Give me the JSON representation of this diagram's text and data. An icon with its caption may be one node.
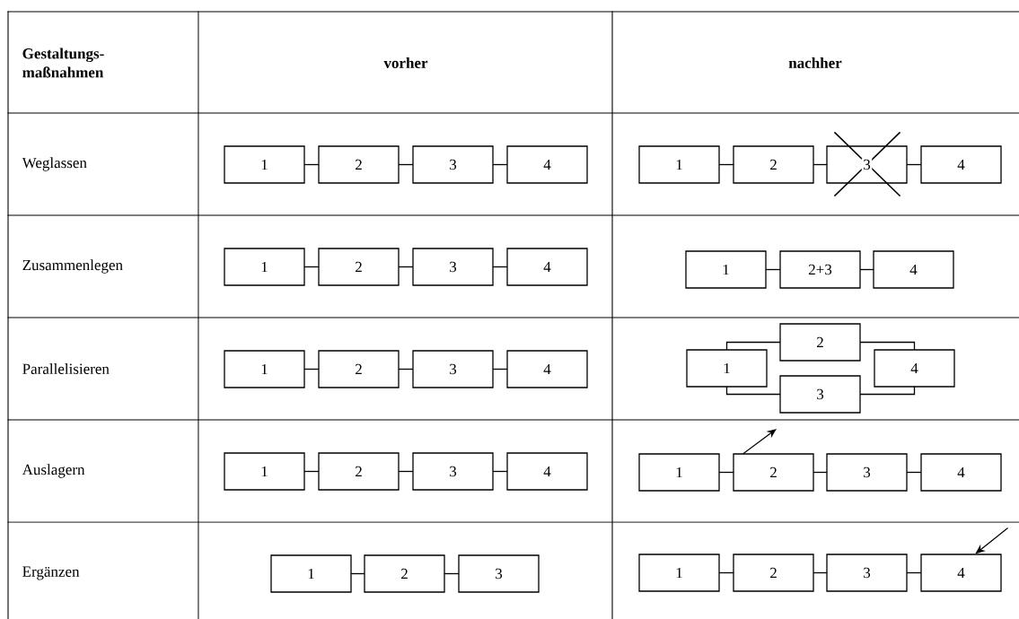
{
  "diagram": {
    "nodes": [
      {
        "text": [
          "1"
        ]
      },
      {
        "text": [
          "2"
        ]
      },
      {
        "text": [
          "3"
        ]
      },
      {
        "text": [
          "4"
        ]
      },
      {
        "text": [
          "1"
        ]
      },
      {
        "text": [
          "2"
        ]
      },
      {
        "text": [
          "3"
        ]
      },
      {
        "text": [
          "4"
        ]
      },
      {
        "text": [
          "1"
        ]
      },
      {
        "text": [
          "2"
        ]
      },
      {
        "text": [
          "3"
        ]
      },
      {
        "text": [
          "4"
        ]
      },
      {
        "text": [
          "1"
        ]
      },
      {
        "text": [
          "2+3"
        ]
      },
      {
        "text": [
          "4"
        ]
      },
      {
        "text": [
          "1"
        ]
      },
      {
        "text": [
          "2"
        ]
      },
      {
        "text": [
          "3"
        ]
      },
      {
        "text": [
          "4"
        ]
      },
      {
        "text": [
          "1"
        ]
      },
      {
        "text": [
          "2"
        ]
      },
      {
        "text": [
          "3"
        ]
      },
      {
        "text": [
          "4"
        ]
      },
      {
        "text": [
          "1"
        ]
      },
      {
        "text": [
          "2"
        ]
      },
      {
        "text": [
          "3"
        ]
      },
      {
        "text": [
          "4"
        ]
      },
      {
        "text": [
          "1"
        ]
      },
      {
        "text": [
          "2"
        ]
      },
      {
        "text": [
          "3"
        ]
      },
      {
        "text": [
          "4"
        ]
      },
      {
        "text": [
          "1"
        ]
      },
      {
        "text": [
          "2"
        ]
      },
      {
        "text": [
          "3"
        ]
      },
      {
        "text": [
          "1"
        ]
      },
      {
        "text": [
          "2"
        ]
      },
      {
        "text": [
          "3"
        ]
      },
      {
        "text": [
          "4"
        ]
      }
    ],
    "edges": [
      {
        "from": 0,
        "to": 1,
        "arrow": "none"
      },
      {
        "from": 1,
        "to": 2,
        "arrow": "none"
      },
      {
        "from": 2,
        "to": 3,
        "arrow": "none"
      },
      {
        "from": 4,
        "to": 5,
        "arrow": "none"
      },
      {
        "from": 5,
        "to": 6,
        "arrow": "none"
      },
      {
        "from": 6,
        "to": 7,
        "arrow": "none"
      },
      {
        "from": 8,
        "to": 9,
        "arrow": "none"
      },
      {
        "from": 9,
        "to": 10,
        "arrow": "none"
      },
      {
        "from": 10,
        "to": 11,
        "arrow": "none"
      },
      {
        "from": 12,
        "to": 13,
        "arrow": "none"
      },
      {
        "from": 13,
        "to": 14,
        "arrow": "none"
      },
      {
        "from": 15,
        "to": 16,
        "arrow": "none"
      },
      {
        "from": 16,
        "to": 17,
        "arrow": "none"
      },
      {
        "from": 17,
        "to": 18,
        "arrow": "none"
      },
      {
        "from": 19,
        "to": 20,
        "arrow": "none"
      },
      {
        "from": 19,
        "to": 21,
        "arrow": "none"
      },
      {
        "from": 20,
        "to": 22,
        "arrow": "none"
      },
      {
        "from": 21,
        "to": 22,
        "arrow": "none"
      },
      {
        "from": 23,
        "to": 24,
        "arrow": "none"
      },
      {
        "from": 24,
        "to": 25,
        "arrow": "none"
      },
      {
        "from": 25,
        "to": 26,
        "arrow": "none"
      },
      {
        "from": 27,
        "to": 28,
        "arrow": "none"
      },
      {
        "from": 28,
        "to": 29,
        "arrow": "none"
      },
      {
        "from": 29,
        "to": 30,
        "arrow": "none"
      },
      {
        "from": 28,
        "to": null,
        "arrow": "to"
      },
      {
        "from": 31,
        "to": 32,
        "arrow": "none"
      },
      {
        "from": 32,
        "to": 33,
        "arrow": "none"
      },
      {
        "from": 34,
        "to": 35,
        "arrow": "none"
      },
      {
        "from": 35,
        "to": 36,
        "arrow": "none"
      },
      {
        "from": 36,
        "to": 37,
        "arrow": "none"
      },
      {
        "from": null,
        "to": 37,
        "arrow": "to"
      }
    ],
    "labels": [
      "Gestaltungs- maßnahmen",
      "vorher",
      "nachher",
      "Weglassen",
      "Zusammenlegen",
      "Parallelisieren",
      "Auslagern",
      "Ergänzen"
    ]
  }
}
